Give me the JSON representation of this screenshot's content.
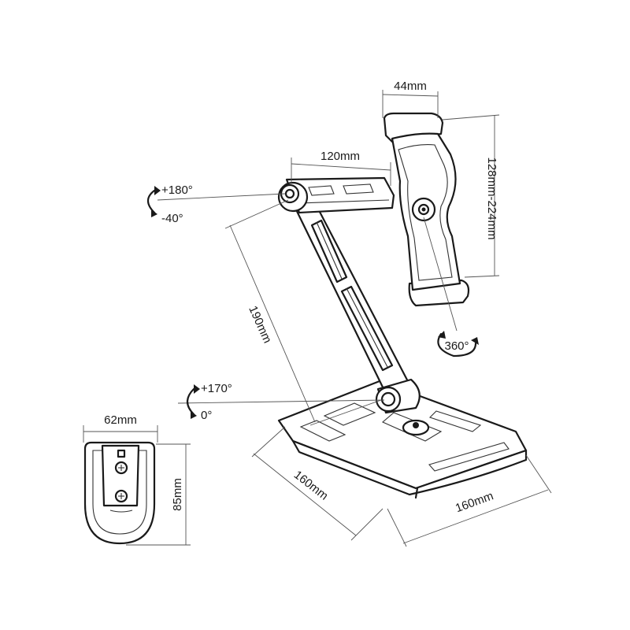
{
  "dimensions": {
    "clip_width": "62mm",
    "clip_height": "85mm",
    "holder_width": "44mm",
    "holder_range": "128mm-224mm",
    "upper_arm": "120mm",
    "lower_arm": "190mm",
    "base_depth": "160mm",
    "base_width": "160mm"
  },
  "rotations": {
    "upper_pos": "+180°",
    "upper_neg": "-40°",
    "lower_pos": "+170°",
    "lower_neg": "0°",
    "holder": "360°"
  }
}
